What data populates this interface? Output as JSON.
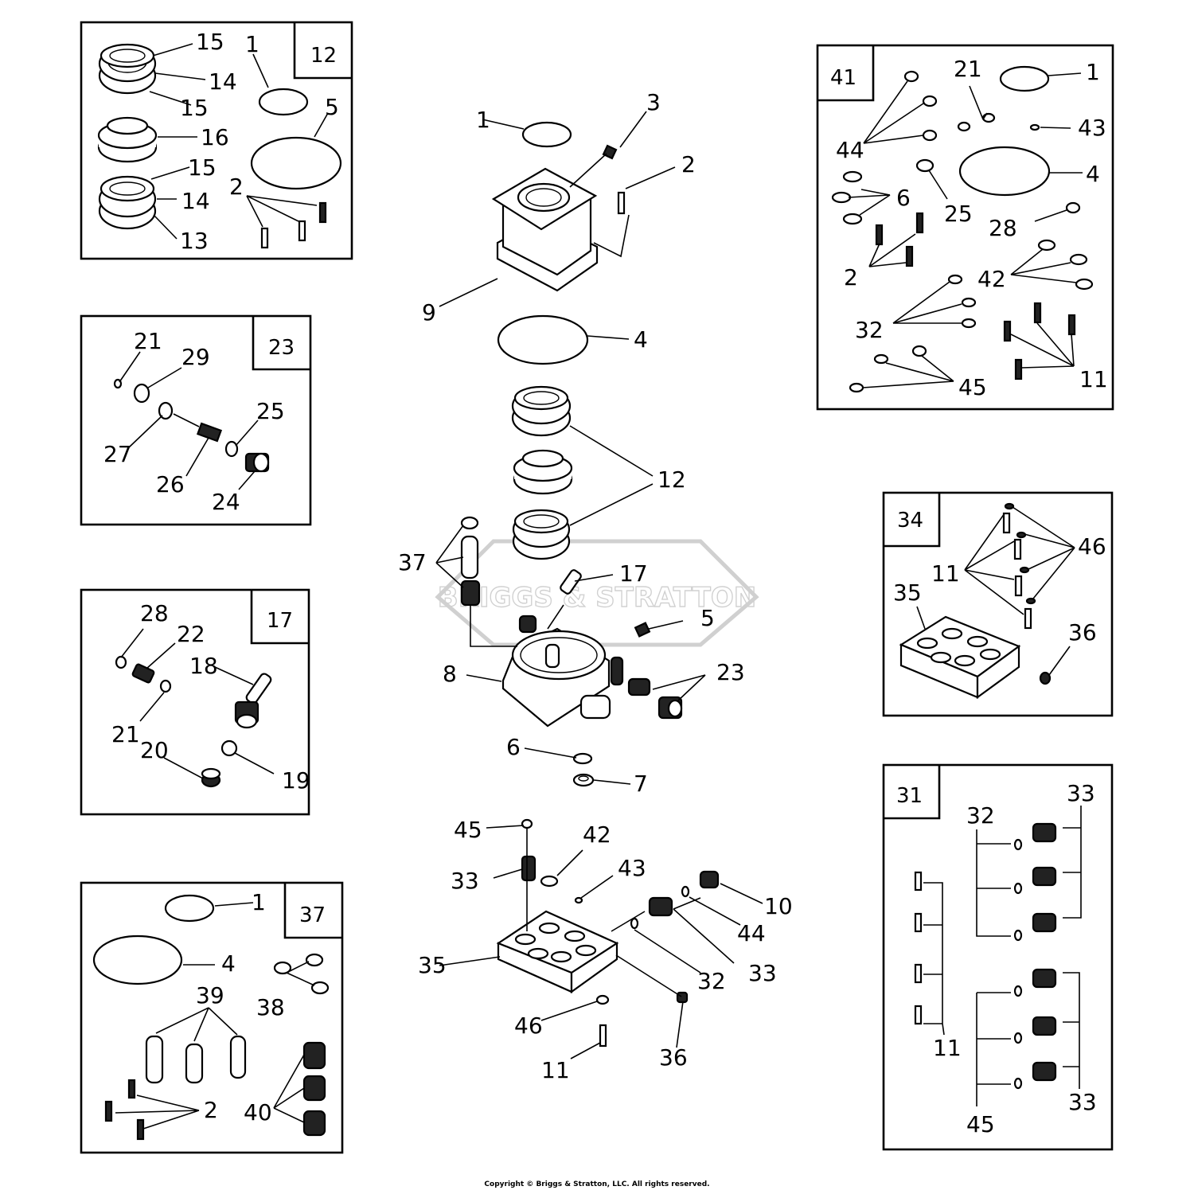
{
  "watermark": "BRIGGS & STRATTON",
  "copyright": "Copyright © Briggs & Stratton, LLC. All rights reserved.",
  "kits": {
    "k12": {
      "id": "12",
      "labels": [
        "15",
        "14",
        "15",
        "16",
        "15",
        "14",
        "13",
        "1",
        "5",
        "2"
      ]
    },
    "k23": {
      "id": "23",
      "labels": [
        "21",
        "29",
        "27",
        "26",
        "25",
        "24"
      ]
    },
    "k17": {
      "id": "17",
      "labels": [
        "28",
        "22",
        "21",
        "18",
        "20",
        "19"
      ]
    },
    "k37": {
      "id": "37",
      "labels": [
        "1",
        "4",
        "39",
        "38",
        "2",
        "40"
      ]
    },
    "k41": {
      "id": "41",
      "labels": [
        "21",
        "1",
        "43",
        "44",
        "6",
        "25",
        "4",
        "28",
        "2",
        "42",
        "32",
        "11",
        "45"
      ]
    },
    "k34": {
      "id": "34",
      "labels": [
        "46",
        "11",
        "35",
        "36"
      ]
    },
    "k31": {
      "id": "31",
      "labels": [
        "32",
        "33",
        "11",
        "33",
        "45"
      ]
    }
  },
  "main": {
    "labels": [
      "1",
      "3",
      "2",
      "9",
      "4",
      "12",
      "37",
      "17",
      "5",
      "8",
      "23",
      "6",
      "7",
      "45",
      "42",
      "43",
      "33",
      "10",
      "44",
      "35",
      "32",
      "33",
      "46",
      "36",
      "11"
    ]
  }
}
